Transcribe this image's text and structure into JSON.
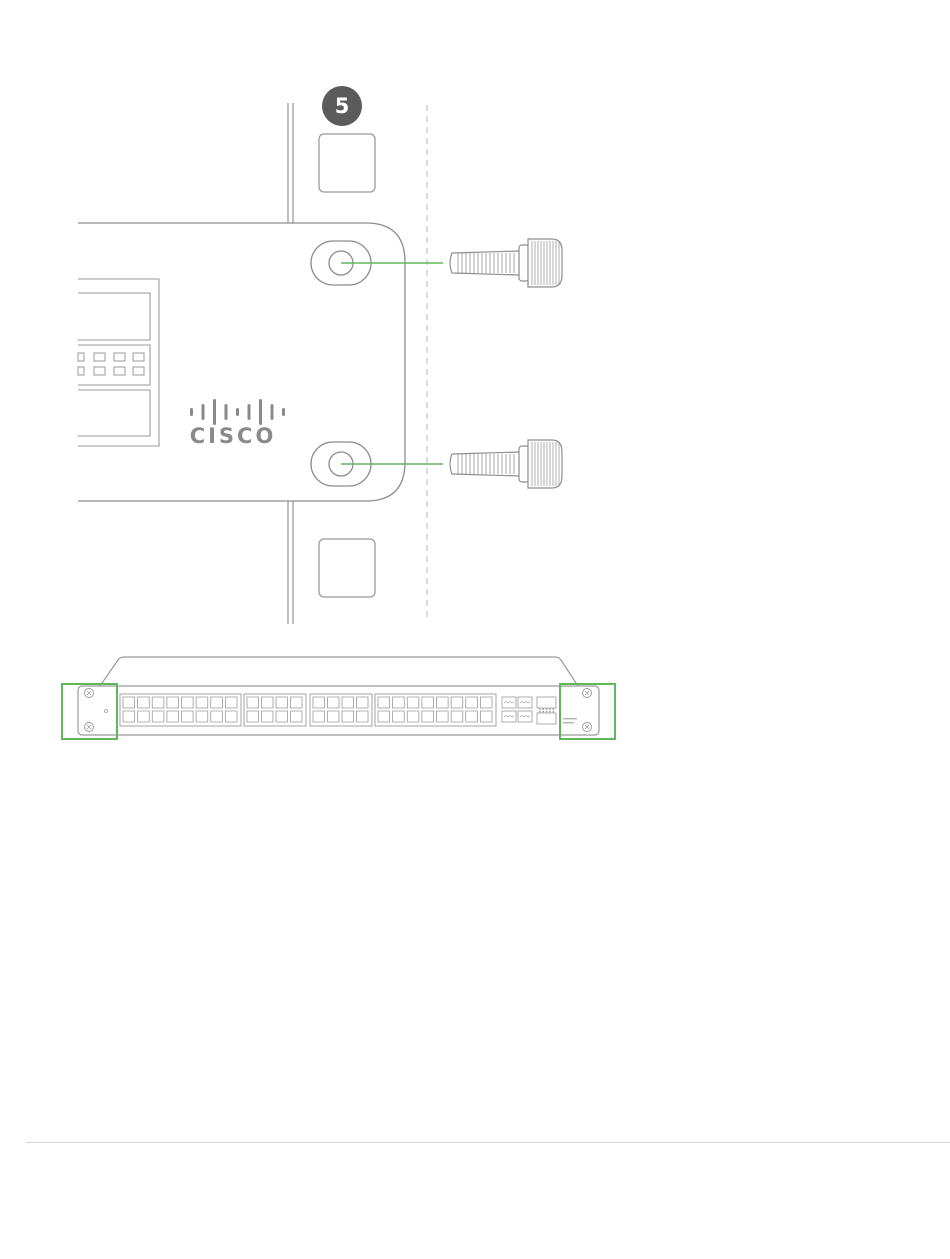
{
  "step": {
    "number": "5"
  },
  "brand": {
    "logo_text": "CISCO"
  },
  "colors": {
    "outline": "#9a9a9a",
    "line": "#8d8d8d",
    "callout": "#5fb85a",
    "badge": "#5b5b5b",
    "dashed": "#c4c4c4",
    "rule": "#d4d4d4"
  },
  "icons": {
    "rack_screw": "screw-icon",
    "mounting_hole": "mounting-hole-icon",
    "logo_bars": "cisco-bars-icon",
    "rj45_port": "rj45-port-icon",
    "sfp_port": "sfp-port-icon"
  },
  "switch": {
    "port_groups": [
      16,
      8,
      8,
      16
    ],
    "sfp_slots": 4
  }
}
